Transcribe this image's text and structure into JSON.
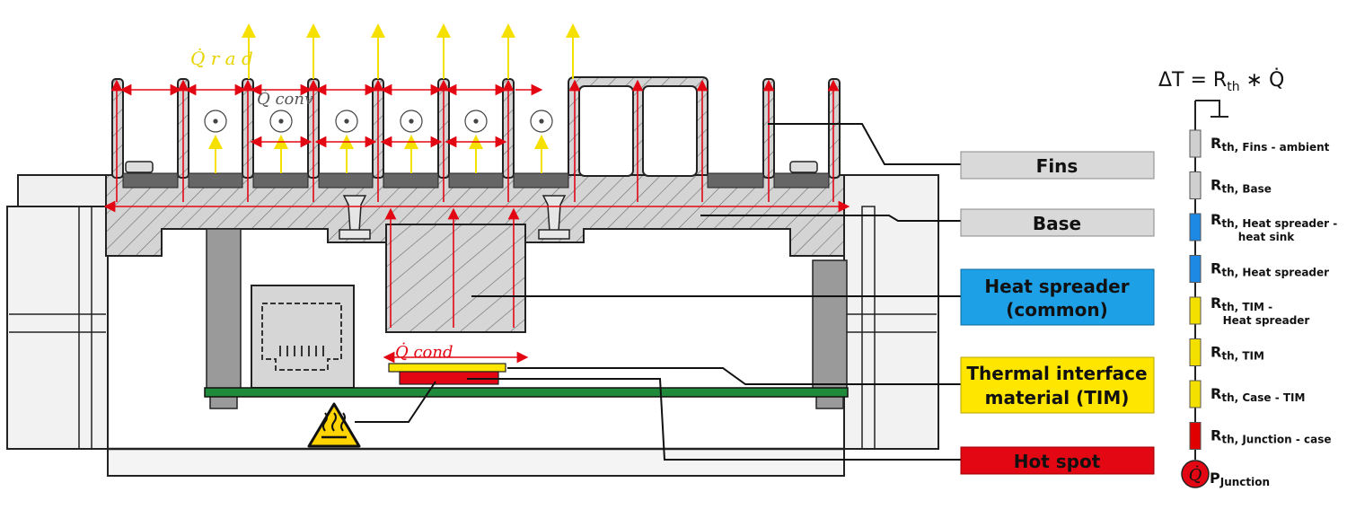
{
  "labels": {
    "fins": "Fins",
    "base": "Base",
    "heat_spreader_line1": "Heat spreader",
    "heat_spreader_line2": "(common)",
    "tim_line1": "Thermal interface",
    "tim_line2": "material (TIM)",
    "hot_spot": "Hot spot"
  },
  "flows": {
    "q_rad": "Q̇ r a d",
    "q_conv": "Q̇ conv",
    "q_cond": "Q̇ cond"
  },
  "formula": {
    "lhs": "ΔT = R",
    "sub": "th",
    "rhs": " ∗ Q̇"
  },
  "chain": [
    {
      "main": "R",
      "sub": "th, Fins - ambient",
      "sub2": "",
      "color": "#cfcfcf"
    },
    {
      "main": "R",
      "sub": "th, Base",
      "sub2": "",
      "color": "#cfcfcf"
    },
    {
      "main": "R",
      "sub": "th, Heat spreader -",
      "sub2": "heat sink",
      "color": "#1e88e5"
    },
    {
      "main": "R",
      "sub": "th, Heat spreader",
      "sub2": "",
      "color": "#1e88e5"
    },
    {
      "main": "R",
      "sub": "th, TIM -",
      "sub2": "Heat spreader",
      "color": "#f4e000"
    },
    {
      "main": "R",
      "sub": "th, TIM",
      "sub2": "",
      "color": "#f4e000"
    },
    {
      "main": "R",
      "sub": "th, Case - TIM",
      "sub2": "",
      "color": "#f4e000"
    },
    {
      "main": "R",
      "sub": "th, Junction - case",
      "sub2": "",
      "color": "#e00000"
    }
  ],
  "source": {
    "symbol": "Q̇",
    "label_main": "P",
    "label_sub": "Junction"
  },
  "colors": {
    "fins_box": "#d9d9d9",
    "base_box": "#d9d9d9",
    "spreader_box": "#1ea0e6",
    "tim_box": "#ffe600",
    "hot_box": "#e30613",
    "pcb": "#1f8a3a",
    "heat_arrow": "#f5e000",
    "red_arrow": "#e30613"
  },
  "icons": {
    "warning": "hot-surface-warning-icon",
    "connector": "rj45-connector-icon"
  }
}
